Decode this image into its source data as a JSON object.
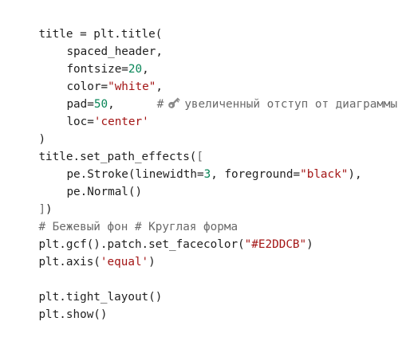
{
  "code": {
    "line1": {
      "text": "title = plt.title("
    },
    "line2": {
      "text": "spaced_header,"
    },
    "line3": {
      "prefix": "fontsize=",
      "number": "20",
      "suffix": ","
    },
    "line4": {
      "prefix": "color=",
      "string": "\"white\"",
      "suffix": ","
    },
    "line5": {
      "prefix": "pad=",
      "number": "50",
      "suffix": ",",
      "comment_hash": "#",
      "comment_text": "увеличенный отступ от диаграммы",
      "icon": "key-icon"
    },
    "line6": {
      "prefix": "loc=",
      "string": "'center'"
    },
    "line7": {
      "text": ")"
    },
    "line8": {
      "text": "title.set_path_effects(",
      "bracket": "["
    },
    "line9": {
      "prefix": "pe.Stroke(linewidth=",
      "number": "3",
      "middle": ", foreground=",
      "string": "\"black\"",
      "suffix": "),"
    },
    "line10": {
      "text": "pe.Normal()"
    },
    "line11": {
      "bracket": "]",
      "text": ")"
    },
    "line12": {
      "comment": "# Бежевый фон # Круглая форма"
    },
    "line13": {
      "prefix": "plt.gcf().patch.set_facecolor(",
      "string": "\"#E2DDCB\"",
      "suffix": ")"
    },
    "line14": {
      "prefix": "plt.axis(",
      "string": "'equal'",
      "suffix": ")"
    },
    "line15": {
      "text": ""
    },
    "line16": {
      "text": "plt.tight_layout()"
    },
    "line17": {
      "text": "plt.show()"
    }
  },
  "colors": {
    "background": "#ffffff",
    "text": "#1f1f1f",
    "number": "#098658",
    "string": "#a31515",
    "comment": "#6a6a6a"
  }
}
